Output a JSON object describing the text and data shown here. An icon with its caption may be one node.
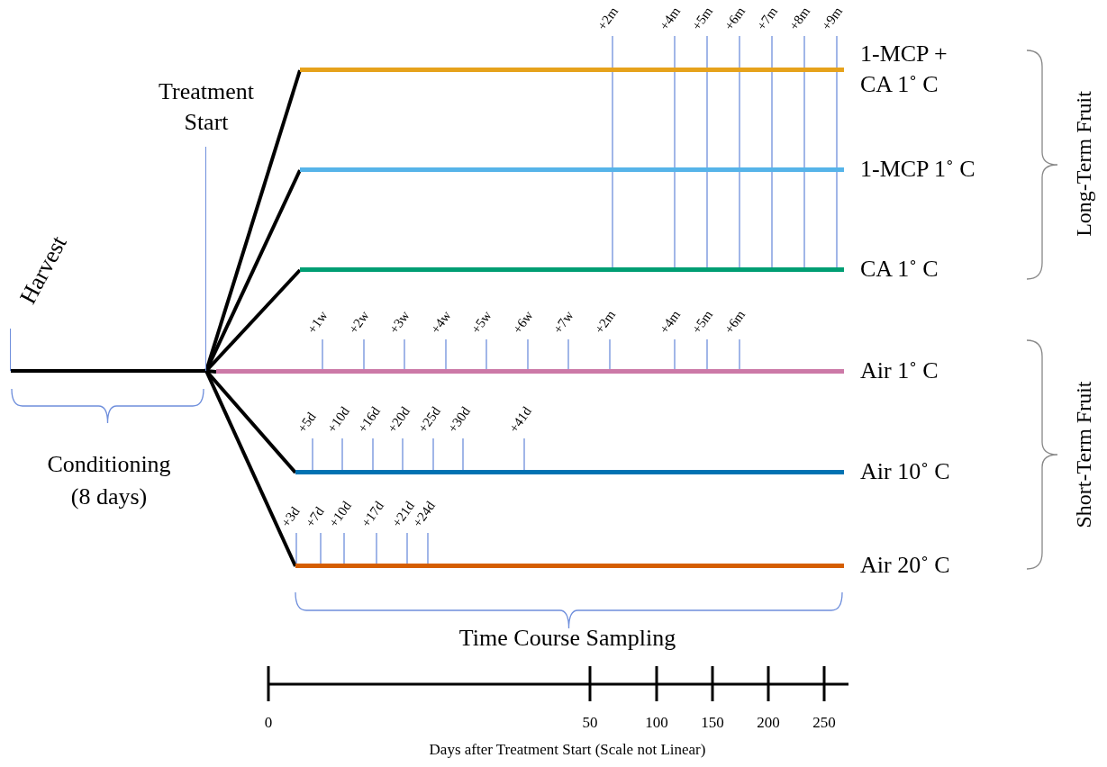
{
  "diagram": {
    "nodes": [
      {
        "text": [
          "Harvest"
        ]
      },
      {
        "text": [
          "Treatment Start"
        ]
      },
      {
        "text": [
          "1-MCP + CA 1˚ C"
        ],
        "beside": [
          "+2m",
          "+4m",
          "+5m",
          "+6m",
          "+7m",
          "+8m",
          "+9m"
        ]
      },
      {
        "text": [
          "1-MCP 1˚ C"
        ]
      },
      {
        "text": [
          "CA 1˚ C"
        ]
      },
      {
        "text": [
          "Air 1˚ C"
        ],
        "beside": [
          "+1w",
          "+2w",
          "+3w",
          "+4w",
          "+5w",
          "+6w",
          "+7w",
          "+2m",
          "+4m",
          "+5m",
          "+6m"
        ]
      },
      {
        "text": [
          "Air 10˚ C"
        ],
        "beside": [
          "+5d",
          "+10d",
          "+16d",
          "+20d",
          "+25d",
          "+30d",
          "+41d"
        ]
      },
      {
        "text": [
          "Air 20˚ C"
        ],
        "beside": [
          "+3d",
          "+7d",
          "+10d",
          "+17d",
          "+21d",
          "+24d"
        ]
      }
    ],
    "edges": [
      {
        "from": 0,
        "to": 1,
        "arrow": "none"
      },
      {
        "from": 1,
        "to": 2,
        "arrow": "none"
      },
      {
        "from": 1,
        "to": 3,
        "arrow": "none"
      },
      {
        "from": 1,
        "to": 4,
        "arrow": "none"
      },
      {
        "from": 1,
        "to": 5,
        "arrow": "none"
      },
      {
        "from": 1,
        "to": 6,
        "arrow": "none"
      },
      {
        "from": 1,
        "to": 7,
        "arrow": "none"
      }
    ],
    "labels": [
      "Conditioning (8 days)",
      "Time Course Sampling",
      "Long-Term Fruit",
      "Short-Term Fruit",
      "0",
      "50",
      "100",
      "150",
      "200",
      "250",
      "Days after Treatment Start (Scale not Linear)"
    ]
  }
}
